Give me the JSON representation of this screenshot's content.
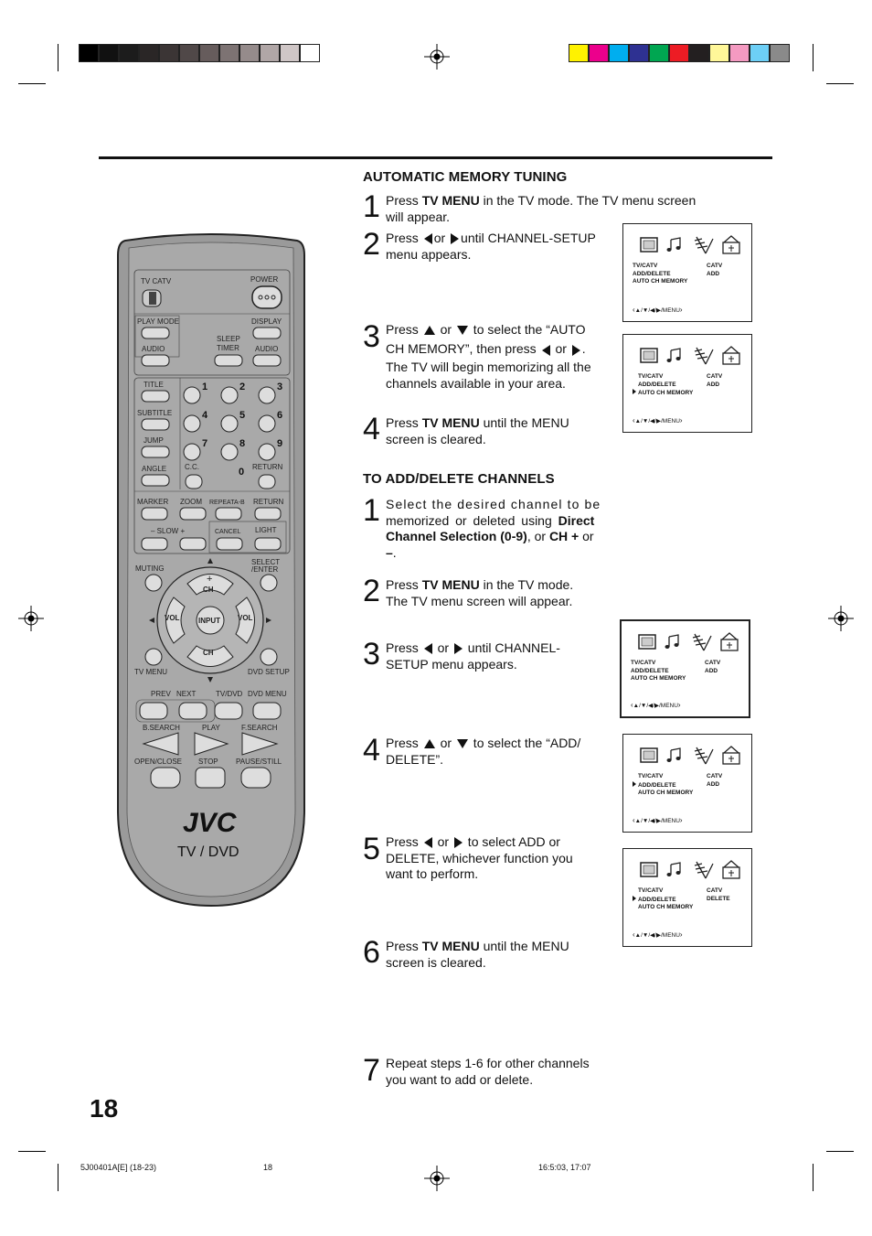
{
  "page_number": "18",
  "footer": {
    "file": "5J00401A[E] (18-23)",
    "page": "18",
    "timestamp": "16:5:03, 17:07"
  },
  "colors": {
    "grays": [
      "#000000",
      "#111111",
      "#1c1c1c",
      "#2a2626",
      "#3b3535",
      "#504848",
      "#665c5c",
      "#7d7373",
      "#958b8b",
      "#b0a6a6",
      "#cfc6c6",
      "#ffffff"
    ],
    "process": [
      "#fff200",
      "#ec008c",
      "#00aeef",
      "#2e3192",
      "#00a651",
      "#ed1c24",
      "#231f20",
      "#fff799",
      "#f49ac1",
      "#6dcff6",
      "#8a8a8a"
    ]
  },
  "automatic": {
    "heading": "AUTOMATIC MEMORY TUNING",
    "steps": [
      {
        "n": "1",
        "a": "Press ",
        "b": "TV MENU",
        "c": " in the TV mode. The TV menu screen",
        "d": "will appear."
      },
      {
        "n": "2",
        "a": "Press ",
        "b": "or ",
        "c": "until CHANNEL-SETUP",
        "d": "menu appears."
      },
      {
        "n": "3",
        "a": "Press ",
        "b": " or ",
        "c": " to select the “AUTO",
        "d": "CH MEMORY”, then press ",
        "e": " or ",
        "f": ".",
        "g": "The TV will begin memorizing all the",
        "h": "channels available in your area."
      },
      {
        "n": "4",
        "a": "Press ",
        "b": "TV MENU",
        "c": " until the MENU",
        "d": "screen is cleared."
      }
    ]
  },
  "adddelete": {
    "heading": "TO ADD/DELETE CHANNELS",
    "steps": [
      {
        "n": "1",
        "a": "Select the desired channel to be",
        "b": "memorized or deleted using ",
        "c": "Direct",
        "d": "Channel Selection (0-9)",
        "e": ", or ",
        "f": "CH +",
        "g": " or ",
        "h": "–",
        "i": "."
      },
      {
        "n": "2",
        "a": "Press ",
        "b": "TV MENU",
        "c": " in the TV mode.",
        "d": "The TV menu screen will appear."
      },
      {
        "n": "3",
        "a": "Press ",
        "b": " or ",
        "c": " until CHANNEL-",
        "d": "SETUP menu appears."
      },
      {
        "n": "4",
        "a": "Press ",
        "b": " or ",
        "c": " to select the “ADD/",
        "d": "DELETE”."
      },
      {
        "n": "5",
        "a": "Press ",
        "b": " or ",
        "c": " to select ADD or",
        "d": "DELETE, whichever function you",
        "e": "want to perform."
      },
      {
        "n": "6",
        "a": "Press ",
        "b": "TV MENU",
        "c": " until the MENU",
        "d": "screen is cleared."
      },
      {
        "n": "7",
        "a": "Repeat steps 1-6 for other channels",
        "b": "you want to add or delete."
      }
    ]
  },
  "screens": [
    {
      "left_items": [
        "TV/CATV",
        "ADD/DELETE",
        "AUTO CH MEMORY"
      ],
      "right_items": [
        "CATV",
        "ADD"
      ],
      "cursor": -1,
      "nav": "/ / / /MENU"
    },
    {
      "left_items": [
        "TV/CATV",
        "ADD/DELETE",
        "AUTO CH MEMORY"
      ],
      "right_items": [
        "CATV",
        "ADD"
      ],
      "cursor": 2,
      "nav": "/ / / /MENU"
    },
    {
      "left_items": [
        "TV/CATV",
        "ADD/DELETE",
        "AUTO CH MEMORY"
      ],
      "right_items": [
        "CATV",
        "ADD"
      ],
      "cursor": -1,
      "nav": "/ / / /MENU"
    },
    {
      "left_items": [
        "TV/CATV",
        "ADD/DELETE",
        "AUTO CH MEMORY"
      ],
      "right_items": [
        "CATV",
        "ADD"
      ],
      "cursor": 1,
      "nav": "/ / / /MENU"
    },
    {
      "left_items": [
        "TV/CATV",
        "ADD/DELETE",
        "AUTO CH MEMORY"
      ],
      "right_items": [
        "CATV",
        "DELETE"
      ],
      "cursor": 1,
      "nav": "/ / / /MENU"
    }
  ],
  "remote": {
    "brand": "JVC",
    "model": "TV / DVD",
    "labels": {
      "tv_catv": "TV  CATV",
      "power": "POWER",
      "play_mode": "PLAY MODE",
      "display": "DISPLAY",
      "sleep": "SLEEP",
      "timer": "TIMER",
      "audio_l": "AUDIO",
      "audio_r": "AUDIO",
      "title": "TITLE",
      "subtitle": "SUBTITLE",
      "jump": "JUMP",
      "angle": "ANGLE",
      "cc": "C.C.",
      "return1": "RETURN",
      "marker": "MARKER",
      "zoom": "ZOOM",
      "repeat": "REPEATA-B",
      "return2": "RETURN",
      "slow": "– SLOW +",
      "cancel": "CANCEL",
      "light": "LIGHT",
      "muting": "MUTING",
      "select1": "SELECT",
      "select2": "/ENTER",
      "ch_plus": "CH",
      "ch_minus": "CH",
      "vol_l": "VOL",
      "vol_r": "VOL",
      "input": "INPUT",
      "tv_menu": "TV MENU",
      "dvd_setup": "DVD SETUP",
      "prev": "PREV",
      "next": "NEXT",
      "tvdvd": "TV/DVD",
      "dvd_menu": "DVD MENU",
      "bsearch": "B.SEARCH",
      "play": "PLAY",
      "fsearch": "F.SEARCH",
      "open_close": "OPEN/CLOSE",
      "stop": "STOP",
      "pause": "PAUSE/STILL"
    },
    "digits": [
      "1",
      "2",
      "3",
      "4",
      "5",
      "6",
      "7",
      "8",
      "9",
      "0"
    ]
  }
}
